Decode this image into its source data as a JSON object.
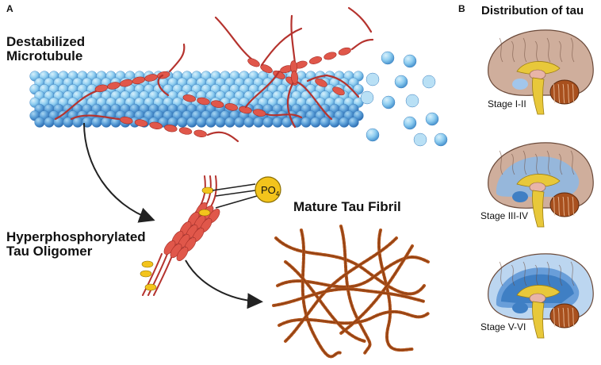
{
  "panel_a": {
    "letter": "A",
    "microtubule_label_line1": "Destabilized",
    "microtubule_label_line2": "Microtubule",
    "oligomer_label_line1": "Hyperphosphorylated",
    "oligomer_label_line2": "Tau Oligomer",
    "phosphate": {
      "main": "PO",
      "sub": "4"
    },
    "fibril_label": "Mature Tau Fibril"
  },
  "panel_b": {
    "letter": "B",
    "title": "Distribution of tau",
    "stages": [
      "Stage I-II",
      "Stage III-IV",
      "Stage V-VI"
    ]
  },
  "colors": {
    "tubulin_light": "#8ecdf0",
    "tubulin_dark": "#3f86c8",
    "tau_strand": "#b5332e",
    "tau_bead": "#e0574a",
    "phosphate_yellow": "#f3c41c",
    "fibril": "#b0531b",
    "brain_cortex": "#cfae9c",
    "tau_spread": "#3f7fc4"
  }
}
